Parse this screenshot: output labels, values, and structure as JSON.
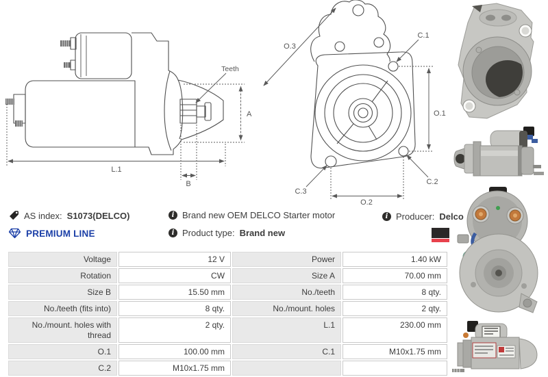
{
  "drawings": {
    "side_view": {
      "labels": {
        "teeth": "Teeth",
        "a": "A",
        "l1": "L.1",
        "b": "B"
      }
    },
    "front_view": {
      "labels": {
        "o3": "O.3",
        "c1": "C.1",
        "o1": "O.1",
        "c2": "C.2",
        "c3": "C.3",
        "o2": "O.2"
      }
    }
  },
  "info": {
    "as_index_label": "AS index:",
    "as_index_value": "S1073(DELCO)",
    "premium_line": "PREMIUM LINE",
    "description": "Brand new OEM DELCO Starter motor",
    "product_type_label": "Product type:",
    "product_type_value": "Brand new",
    "producer_label": "Producer:",
    "producer_value": "Delco"
  },
  "icons": [
    "tag-icon",
    "diamond-icon",
    "info-icon",
    "producer-logo"
  ],
  "colors": {
    "premium_blue": "#1b3fa7",
    "logo_black": "#2b2828",
    "logo_red": "#e8414c",
    "table_label_bg": "#e9e9e9",
    "table_border": "#c9c9c9",
    "text": "#3c3c3c",
    "drawing_line": "#4f4f4f"
  },
  "spec_table": {
    "rows": [
      [
        {
          "label": "Voltage",
          "value": "12 V"
        },
        {
          "label": "Power",
          "value": "1.40 kW"
        }
      ],
      [
        {
          "label": "Rotation",
          "value": "CW"
        },
        {
          "label": "Size A",
          "value": "70.00 mm"
        }
      ],
      [
        {
          "label": "Size B",
          "value": "15.50 mm"
        },
        {
          "label": "No./teeth",
          "value": "8 qty."
        }
      ],
      [
        {
          "label": "No./teeth (fits into)",
          "value": "8 qty."
        },
        {
          "label": "No./mount. holes",
          "value": "2 qty."
        }
      ],
      [
        {
          "label": "No./mount. holes with thread",
          "value": "2 qty."
        },
        {
          "label": "L.1",
          "value": "230.00 mm"
        }
      ],
      [
        {
          "label": "O.1",
          "value": "100.00 mm"
        },
        {
          "label": "C.1",
          "value": "M10x1.75 mm"
        }
      ],
      [
        {
          "label": "C.2",
          "value": "M10x1.75 mm"
        },
        {
          "label": "",
          "value": ""
        }
      ]
    ]
  }
}
